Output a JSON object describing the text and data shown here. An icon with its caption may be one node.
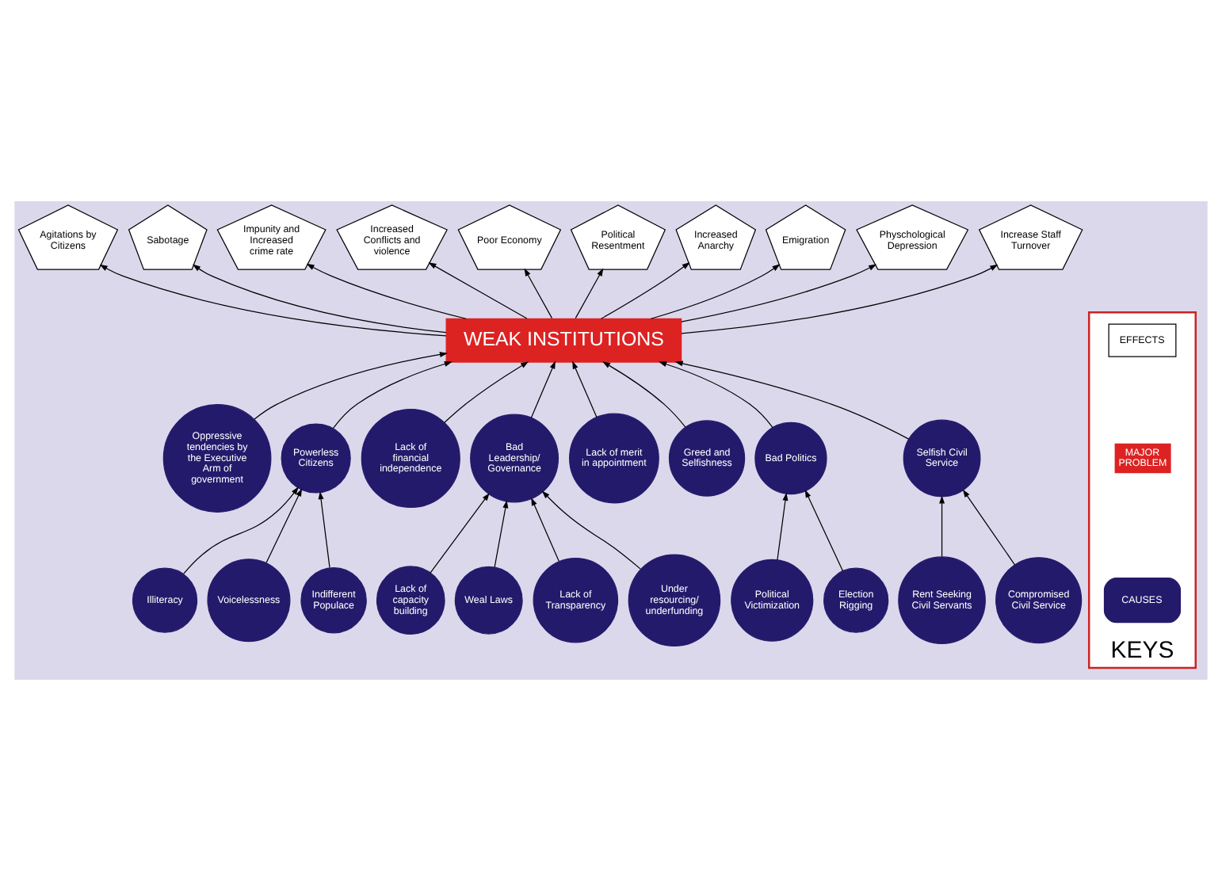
{
  "diagram": {
    "nodes": [
      {
        "text": [
          "WEAK INSTITUTIONS"
        ]
      },
      {
        "text": [
          "Agitations by Citizens"
        ]
      },
      {
        "text": [
          "Sabotage"
        ]
      },
      {
        "text": [
          "Impunity and Increased crime rate"
        ]
      },
      {
        "text": [
          "Increased Conflicts and violence"
        ]
      },
      {
        "text": [
          "Poor Economy"
        ]
      },
      {
        "text": [
          "Political Resentment"
        ]
      },
      {
        "text": [
          "Increased Anarchy"
        ]
      },
      {
        "text": [
          "Emigration"
        ]
      },
      {
        "text": [
          "Physchological Depression"
        ]
      },
      {
        "text": [
          "Increase Staff Turnover"
        ]
      },
      {
        "text": [
          "Oppressive tendencies by the Executive Arm of government"
        ]
      },
      {
        "text": [
          "Powerless Citizens"
        ]
      },
      {
        "text": [
          "Lack of financial independence"
        ]
      },
      {
        "text": [
          "Bad Leadership/ Governance"
        ]
      },
      {
        "text": [
          "Lack of merit in appointment"
        ]
      },
      {
        "text": [
          "Greed and Selfishness"
        ]
      },
      {
        "text": [
          "Bad Politics"
        ]
      },
      {
        "text": [
          "Illiteracy"
        ]
      },
      {
        "text": [
          "Voicelessness"
        ]
      },
      {
        "text": [
          "Indifferent Populace"
        ]
      },
      {
        "text": [
          "Lack of capacity building"
        ]
      },
      {
        "text": [
          "Weal Laws"
        ]
      },
      {
        "text": [
          "Lack of Transparency"
        ]
      },
      {
        "text": [
          "Under resourcing/ underfunding"
        ]
      },
      {
        "text": [
          "Selfish Civil Service"
        ]
      },
      {
        "text": [
          "Rent Seeking Civil Servants"
        ]
      },
      {
        "text": [
          "Compromised Civil Service"
        ]
      },
      {
        "text": [
          "Political Victimization"
        ]
      },
      {
        "text": [
          "Election Rigging"
        ]
      },
      {
        "text": [
          "KEYS"
        ]
      }
    ],
    "edges": [
      {
        "from": 0,
        "to": 1,
        "arrow": "to"
      },
      {
        "from": 0,
        "to": 2,
        "arrow": "to"
      },
      {
        "from": 0,
        "to": 3,
        "arrow": "to"
      },
      {
        "from": 0,
        "to": 4,
        "arrow": "to"
      },
      {
        "from": 0,
        "to": 5,
        "arrow": "to"
      },
      {
        "from": 0,
        "to": 6,
        "arrow": "to"
      },
      {
        "from": 0,
        "to": 7,
        "arrow": "to"
      },
      {
        "from": 0,
        "to": 8,
        "arrow": "to"
      },
      {
        "from": 0,
        "to": 9,
        "arrow": "to"
      },
      {
        "from": 0,
        "to": 10,
        "arrow": "to"
      },
      {
        "from": 11,
        "to": 0,
        "arrow": "to"
      },
      {
        "from": 12,
        "to": 0,
        "arrow": "to"
      },
      {
        "from": 13,
        "to": 0,
        "arrow": "to"
      },
      {
        "from": 14,
        "to": 0,
        "arrow": "to"
      },
      {
        "from": 15,
        "to": 0,
        "arrow": "to"
      },
      {
        "from": 25,
        "to": 0,
        "arrow": "to"
      },
      {
        "from": 17,
        "to": 0,
        "arrow": "to"
      },
      {
        "from": 16,
        "to": 0,
        "arrow": "to"
      },
      {
        "from": 18,
        "to": 12,
        "arrow": "to"
      },
      {
        "from": 19,
        "to": 12,
        "arrow": "to"
      },
      {
        "from": 20,
        "to": 12,
        "arrow": "to"
      },
      {
        "from": 21,
        "to": 14,
        "arrow": "to"
      },
      {
        "from": 22,
        "to": 14,
        "arrow": "to"
      },
      {
        "from": 23,
        "to": 14,
        "arrow": "to"
      },
      {
        "from": 24,
        "to": 14,
        "arrow": "to"
      },
      {
        "from": 26,
        "to": 25,
        "arrow": "to"
      },
      {
        "from": 27,
        "to": 25,
        "arrow": "to"
      },
      {
        "from": 28,
        "to": 17,
        "arrow": "to"
      },
      {
        "from": 29,
        "to": 17,
        "arrow": "to"
      }
    ],
    "legend": [
      {
        "text": "EFFECTS"
      },
      {
        "text": "MAJOR PROBLEM",
        "color": "#dd2222"
      },
      {
        "text": "CAUSES",
        "color": "#241a6b"
      }
    ]
  }
}
